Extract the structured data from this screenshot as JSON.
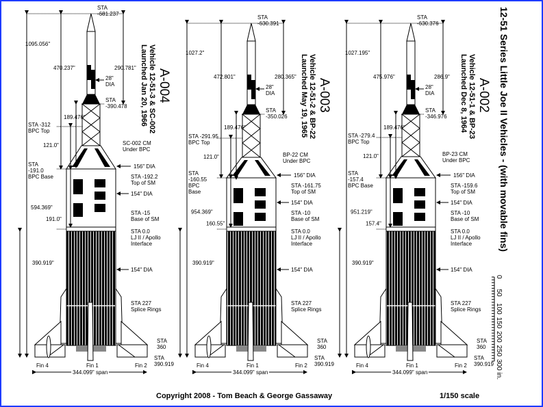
{
  "main_title": "12-51 Series Little Joe II Vehicles - (with movable fins)",
  "footer": {
    "copyright": "Copyright 2008  -  Tom Beach & George Gassaway",
    "scale": "1/150 scale"
  },
  "scale_bar": {
    "ticks": [
      "0",
      "50",
      "100",
      "150",
      "200",
      "250",
      "300 in."
    ],
    "max_in": 300
  },
  "rockets": [
    {
      "title": "A-004",
      "vehicle": "Vehicle 12-51-3 & SC-002",
      "launched": "Launched Jan 20, 1966",
      "sta_top": [
        "STA",
        "-681.237"
      ],
      "total_length": "1095.056\"",
      "upper_length": "470.237\"",
      "tower_length": "290.781\"",
      "dia28": [
        "28\"",
        "DIA"
      ],
      "sta_tower": [
        "STA",
        "-390.478"
      ],
      "adapter_length": "189.476\"",
      "bpc_top": [
        "STA -312",
        "BPC Top"
      ],
      "bpc_length": "121.0\"",
      "cm": [
        "SC-002 CM",
        "Under BPC"
      ],
      "bpc_base": [
        "STA",
        "-191.0",
        "BPC Base"
      ],
      "dia156": "156\" DIA",
      "top_sm": [
        "STA  -192.2",
        "Top of SM"
      ],
      "dia154": "154\" DIA",
      "lower_length": "594.369\"",
      "base_sm": [
        "STA  -15",
        "Base of SM"
      ],
      "sm_length": "191.0\"",
      "interface": [
        "STA  0.0",
        "LJ II / Apollo",
        "Interface"
      ],
      "booster_length": "390.919\"",
      "dia154b": "154\" DIA",
      "splice": [
        "STA  227",
        "Splice Rings"
      ],
      "sta360": [
        "STA",
        "360"
      ],
      "sta_bottom": [
        "STA",
        "390.919"
      ],
      "fins": [
        "Fin 4",
        "Fin 1",
        "Fin 2"
      ],
      "span": "344.099\" span"
    },
    {
      "title": "A-003",
      "vehicle": "Vehicle 12-51-2 & BP-22",
      "launched": "Launched May 19, 1965",
      "sta_top": [
        "STA",
        "-630.391"
      ],
      "total_length": "1027.2\"",
      "upper_length": "472.801\"",
      "tower_length": "280.365\"",
      "dia28": [
        "28\"",
        "DIA"
      ],
      "sta_tower": [
        "STA",
        "-350.026"
      ],
      "adapter_length": "189.476\"",
      "bpc_top": [
        "STA -291.95",
        "BPC Top"
      ],
      "bpc_length": "121.0\"",
      "cm": [
        "BP-22 CM",
        "Under BPC"
      ],
      "bpc_base": [
        "STA",
        "-160.55",
        "BPC",
        "Base"
      ],
      "dia156": "156\" DIA",
      "top_sm": [
        "STA  -161.75",
        "Top of SM"
      ],
      "dia154": "154\" DIA",
      "lower_length": "954.369\"",
      "base_sm": [
        "STA  -10",
        "Base of SM"
      ],
      "sm_length": "160.55\"",
      "interface": [
        "STA  0.0",
        "LJ II / Apollo",
        "Interface"
      ],
      "booster_length": "390.919\"",
      "dia154b": "154\" DIA",
      "splice": [
        "STA  227",
        "Splice Rings"
      ],
      "sta360": [
        "STA",
        "360"
      ],
      "sta_bottom": [
        "STA",
        "390.919"
      ],
      "fins": [
        "Fin 4",
        "Fin 1",
        "Fin 2"
      ],
      "span": "344.099\" span"
    },
    {
      "title": "A-002",
      "vehicle": "Vehicle 12-51-1 & BP-23",
      "launched": "Launched Dec 8, 1964",
      "sta_top": [
        "STA",
        "-630.376"
      ],
      "total_length": "1027.195\"",
      "upper_length": "475.976\"",
      "tower_length": "286.9\"",
      "dia28": [
        "28\"",
        "DIA"
      ],
      "sta_tower": [
        "STA",
        "-346.976"
      ],
      "adapter_length": "189.476\"",
      "bpc_top": [
        "STA -279.4",
        "BPC Top"
      ],
      "bpc_length": "121.0\"",
      "cm": [
        "BP-23 CM",
        "Under BPC"
      ],
      "bpc_base": [
        "STA",
        "-157.4",
        "BPC Base"
      ],
      "dia156": "156\" DIA",
      "top_sm": [
        "STA  -159.6",
        "Top of SM"
      ],
      "dia154": "154\" DIA",
      "lower_length": "951.219\"",
      "base_sm": [
        "STA  -10",
        "Base of SM"
      ],
      "sm_length": "157.4\"",
      "interface": [
        "STA  0.0",
        "LJ II / Apollo",
        "Interface"
      ],
      "booster_length": "390.919\"",
      "dia154b": "154\" DIA",
      "splice": [
        "STA  227",
        "Splice Rings"
      ],
      "sta360": [
        "STA",
        "360"
      ],
      "sta_bottom": [
        "STA",
        "390.919"
      ],
      "fins": [
        "Fin 4",
        "Fin 1",
        "Fin 2"
      ],
      "span": "344.099\" span"
    }
  ]
}
